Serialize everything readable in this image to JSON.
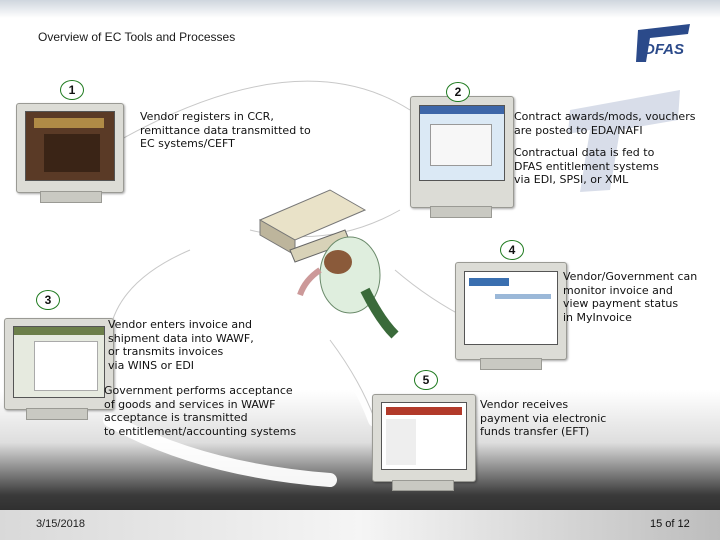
{
  "slide": {
    "title": "Overview of EC Tools and Processes",
    "date": "3/15/2018",
    "page": "15 of 12",
    "logo_text": "DFAS"
  },
  "steps": [
    {
      "number": "1",
      "text": [
        "Vendor registers in CCR,",
        "remittance data transmitted to",
        "EC systems/CEFT"
      ]
    },
    {
      "number": "2",
      "text": [
        "Contract awards/mods, vouchers",
        "are posted to EDA/NAFI"
      ],
      "text2": [
        "Contractual data is fed to",
        "DFAS entitlement systems",
        "via EDI, SPSI, or XML"
      ]
    },
    {
      "number": "3",
      "text": [
        "Vendor enters invoice and",
        "shipment data into WAWF,",
        "or transmits invoices",
        "via WINS or EDI"
      ],
      "text2": [
        "Government performs acceptance",
        "of goods and services in WAWF",
        "acceptance is transmitted",
        "to entitlement/accounting systems"
      ]
    },
    {
      "number": "4",
      "text": [
        "Vendor/Government can",
        "monitor invoice and",
        "view payment status",
        "in MyInvoice"
      ]
    },
    {
      "number": "5",
      "text": [
        "Vendor receives",
        "payment via electronic",
        "funds transfer (EFT)"
      ]
    }
  ],
  "colors": {
    "badge_border": "#1e7a1e",
    "arrow": "#ffffff",
    "logo": "#2b4a8a"
  }
}
